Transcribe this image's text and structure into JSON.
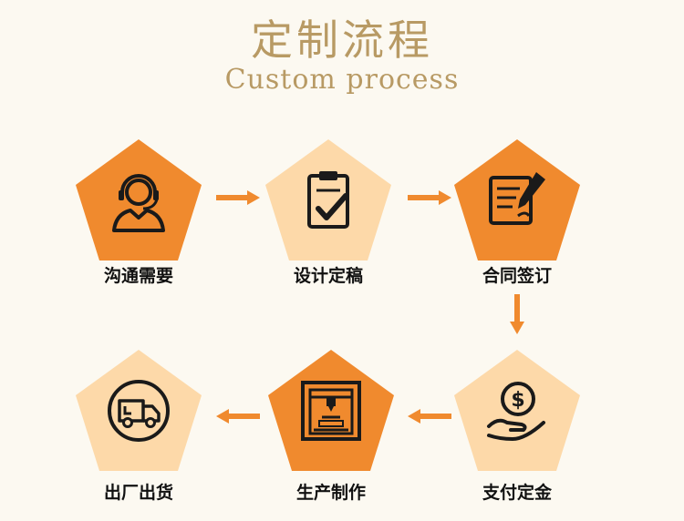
{
  "header": {
    "title_cn": "定制流程",
    "title_en": "Custom process"
  },
  "colors": {
    "orange": "#f08a2e",
    "peach": "#fdd9a9",
    "title": "#b89a64",
    "icon": "#1a1a1a",
    "background": "#fcf9f1"
  },
  "steps": [
    {
      "label": "沟通需要",
      "icon": "customer-service-icon",
      "color": "orange"
    },
    {
      "label": "设计定稿",
      "icon": "clipboard-check-icon",
      "color": "peach"
    },
    {
      "label": "合同签订",
      "icon": "contract-sign-icon",
      "color": "orange"
    },
    {
      "label": "支付定金",
      "icon": "payment-coin-icon",
      "color": "peach"
    },
    {
      "label": "生产制作",
      "icon": "printer-3d-icon",
      "color": "orange"
    },
    {
      "label": "出厂出货",
      "icon": "delivery-truck-icon",
      "color": "peach"
    }
  ]
}
